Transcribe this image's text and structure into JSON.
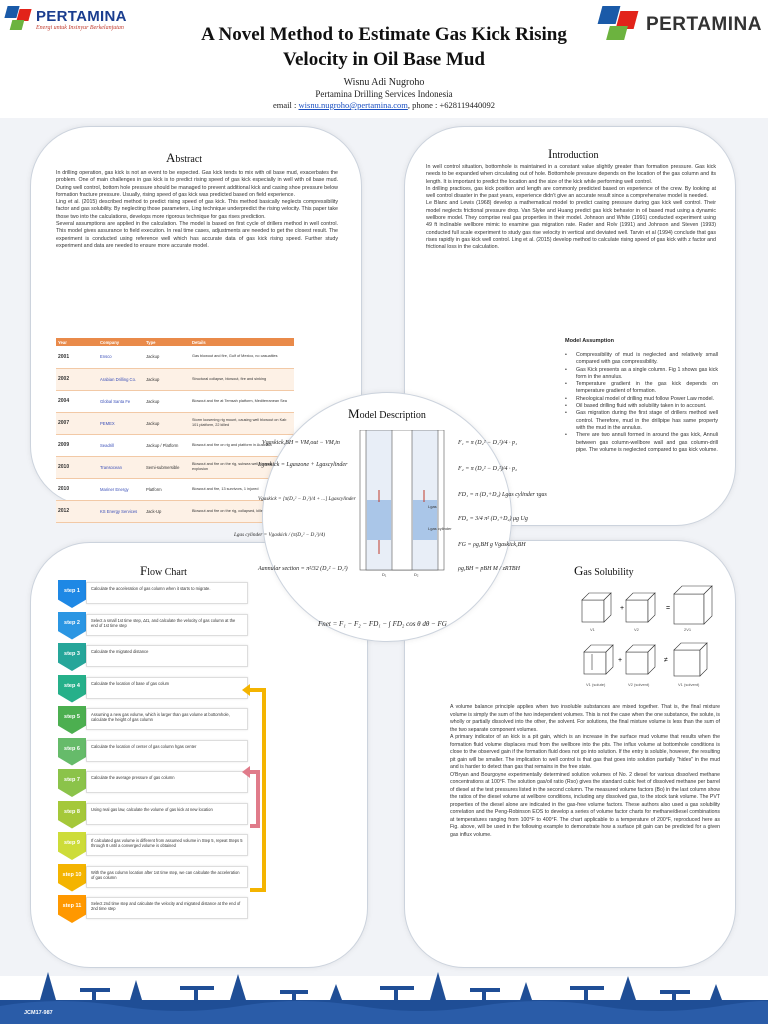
{
  "header": {
    "logo_left_name": "PERTAMINA",
    "logo_left_tagline": "Energi untuk Insinyur Berkelanjutan",
    "logo_right_name": "PERTAMINA",
    "title_line1": "A Novel Method to Estimate Gas Kick Rising",
    "title_line2": "Velocity in Oil Base Mud",
    "author": "Wisnu Adi Nugroho",
    "affiliation": "Pertamina Drilling Services Indonesia",
    "email_label": "email :",
    "email_value": "wisnu.nugroho@pertamina.com",
    "phone": ", phone : +628119440092"
  },
  "abstract": {
    "title_cap": "A",
    "title_rest": "bstract",
    "paragraphs": [
      "In drilling operation, gas kick is not an event to be expected. Gas kick tends to mix with oil base mud, exacerbates the problem. One of main challenges in gas kick is to predict rising speed of gas kick especially in well with oil base mud. During well control, bottom hole pressure should be managed to prevent additional kick and casing shoe pressure below formation fracture pressure. Usually, rising speed of gas kick was predicted based on field experience.",
      "Ling et al. (2015) described method to predict rising speed of gas kick. This method basically neglects compressibility factor and gas solubility. By neglecting those parameters, Ling technique underpredict the rising velocity. This paper take those two into the calculations, develops more rigorous technique for gas rises prediction.",
      "Several assumptions are applied in the calculation. The model is based on first cycle of drillers method in well control. This model gives assurance to field execution. In real time cases, adjustments are needed to get the closest result. The experiment is conducted using reference well which has accurate data of gas kick rising speed. Further study experiment and data are needed to ensure more accurate model."
    ]
  },
  "company_table": {
    "headers": [
      "Year",
      "Company",
      "Type",
      "Details"
    ],
    "rows": [
      {
        "year": "2001",
        "company": "Ensco",
        "type": "Jackup",
        "details": "Gas blowout and fire, Gulf of Mexico, no casualties"
      },
      {
        "year": "2002",
        "company": "Arabian Drilling Co.",
        "type": "Jackup",
        "details": "Structural collapse, blowout, fire and sinking"
      },
      {
        "year": "2004",
        "company": "Global Santa Fe",
        "type": "Jackup",
        "details": "Blowout and fire at Temsah platform, Mediterranean Sea"
      },
      {
        "year": "2007",
        "company": "PEMEX",
        "type": "Jackup",
        "details": "Storm loosening rig mount, causing well blowout on Kab 101 platform, 22 killed"
      },
      {
        "year": "2009",
        "company": "Seadrill",
        "type": "Jackup / Platform",
        "details": "Blowout and fire on rig and platform in Australia"
      },
      {
        "year": "2010",
        "company": "Transocean",
        "type": "Semi-submersible",
        "details": "Blowout and fire on the rig, subsea well blowout, killed 11 in explosion"
      },
      {
        "year": "2010",
        "company": "Mariner Energy",
        "type": "Platform",
        "details": "Blowout and fire, 13 survivors, 1 injured"
      },
      {
        "year": "2012",
        "company": "KS Energy Services",
        "type": "Jack-Up",
        "details": "Blowout and fire on the rig, collapsed, killed 2 in explosion"
      }
    ]
  },
  "introduction": {
    "title_cap": "I",
    "title_rest": "ntroduction",
    "paragraphs": [
      "In well control situation, bottomhole is maintained in a constant value slightly greater than formation pressure. Gas kick needs to be expanded when circulating out of hole. Bottomhole pressure depends on the location of the gas column and its length. It is important to predict the location and the size of the kick while performing well control.",
      "In drilling practices, gas kick position and length are commonly predicted based on experience of the crew. By looking at well control disaster in the past years, experience didn't give an accurate result since a comprehensive model is needed.",
      "Le Blanc and Lewis (1968) develop a mathematical model to predict casing pressure during gas kick well control. Their model neglects frictional pressure drop. Van Slyke and Huang predict gas kick behavior in oil based mud using a dynamic wellbore model. They comprise real gas properties in their model. Johnson and White (1991) conducted experiment using 49 ft inclinable wellbore mimic to examine gas migration rate. Rader and Rolv (1991) and Johnson and Steven (1993) conducted full scale experiment to study gas rise velocity in vertical and deviated well. Tarvin et al (1994) conclude that gas rises rapidly in gas kick well control. Ling et al. (2015) develop method to calculate rising speed of gas kick with z factor and frictional loss in the calculation."
    ]
  },
  "model_assumption": {
    "title": "Model Assumption",
    "items": [
      "Compressibility of mud is neglected and relatively small compared with gas compressibility.",
      "Gas Kick presents as a single column. Fig 1 shows gas kick form in the annulus.",
      "Temperature gradient in the gas kick depends on temperature gradient of formation.",
      "Rheological model of drilling mud follow Power Law model.",
      "Oil based drilling fluid with solubility taken in to account.",
      "Gas migration during the first stage of drillers method well control. Therefore, mud in the drillpipe has same property with the mud in the annulus.",
      "There are two annuli formed in around the gas kick, Annuli between gas column-wellbore wall and gas column-drill pipe. The volume is neglected compared to gas kick volume."
    ]
  },
  "model_description": {
    "title_cap": "M",
    "title_rest": "odel Description",
    "eq1": "Vgaskick,BH = VM,out − VM,in",
    "eq2": "Lgaskick = Lgaszone + Lgascylinder",
    "eq3": "Vgaskick = [π(D₂² − D₁²)/4 + ...] Lgascylinder",
    "eq4": "Lgas cylinder = Vgaskick / (π(D₂² − D₁²)/4)",
    "eq5": "Aannular section = π²/32 (D₂² − D₁²)",
    "eq6": "F₁ = π (D₂² − D₁²)/4 · p₁",
    "eq7": "F₂ = π (D₂² − D₁²)/4 · p₂",
    "eq8": "FD₁ = π (D₁+D₂) Lgas cylinder τgas",
    "eq9": "FD₂ = 3/4 π² (D₁+D₂) μg Ug",
    "eq10": "FG = ρg,BH g Vgaskick,BH",
    "eq11": "ρg,BH = pBH M / zRTBH",
    "eq12": "Fnet = F₁ − F₂ − FD₁ − ∫ FD₂ cos θ dθ − FG",
    "labels": {
      "lgas": "Lgas",
      "lcyl": "Lgas cylinder",
      "d1": "D₁",
      "d2": "D₂"
    }
  },
  "flow_chart": {
    "title_cap": "F",
    "title_rest": "low Chart",
    "steps": [
      {
        "label": "step 1",
        "text": "Calculate the acceleration of gas column when it starts to migrate.",
        "color": "#1e88e5"
      },
      {
        "label": "step 2",
        "text": "Select a small 1st time step, Δt1, and calculate the velocity of gas column at the end of 1st time step",
        "color": "#2b96e3"
      },
      {
        "label": "step 3",
        "text": "Calculate the migrated distance",
        "color": "#26a69a"
      },
      {
        "label": "step 4",
        "text": "Calculate the location of base of gas colum",
        "color": "#26b08a"
      },
      {
        "label": "step 5",
        "text": "Assuming a new gas volume, which is larger than gas volume at bottomhole, calculate the height of gas column",
        "color": "#4caf50"
      },
      {
        "label": "step 6",
        "text": "Calculate the location of center of gas column hgas center",
        "color": "#66bb6a"
      },
      {
        "label": "step 7",
        "text": "Calculate the average pressure of gas column",
        "color": "#8bc34a"
      },
      {
        "label": "step 8",
        "text": "Using real gas law, calculate the volume of gas kick at new location",
        "color": "#a5c83a"
      },
      {
        "label": "step 9",
        "text": "If calculated gas volume is different from assumed volume in Step 5, repeat Steps 5 through 8 until a converged volume is obtained",
        "color": "#cddc39"
      },
      {
        "label": "step 10",
        "text": "With the gas column location after 1st time step, we can calculate the acceleration of gas column",
        "color": "#f4b400"
      },
      {
        "label": "step 11",
        "text": "Select 2nd time step and calculate the velocity and migrated distance at the end of 2nd time step",
        "color": "#ff9800"
      }
    ]
  },
  "gas_solubility": {
    "title_cap": "G",
    "title_rest": "as Solubility",
    "cube_labels": [
      "V1",
      "V2",
      "2V1",
      "V1 (solute)",
      "V2 (solvent)",
      "V1 (solvent)"
    ],
    "paragraphs": [
      "A volume balance principle applies when two insoluble substances are mixed together. That is, the final mixture volume is simply the sum of the two independent volumes. This is not the case when the one substance, the solute, is wholly or partially dissolved into the other, the solvent. For solutions, the final mixture volume is less than the sum of the two separate component volumes.",
      "A primary indicator of an kick is a pit gain, which is an increase in the surface mud volume that results when the formation fluid volume displaces mud from the wellbore into the pits. The influx volume at bottomhole conditions is close to the observed gain if the formation fluid does not go into solution. If the entry is soluble, however, the resulting pit gain will be smaller. The implication to well control is that gas that goes into solution partially \"hides\" in the mud and is harder to detect than gas that remains in the free state.",
      "O'Bryan and Bourgoyne experimentally determined solution volumes of No. 2 diesel for various dissolved methane concentrations at 100°F. The solution gas/oil ratio (Rso) gives the standard cubic feet of dissolved methane per barrel of diesel at the test pressures listed in the second column. The measured volume factors (Bo) in the last column show the ratios of the diesel volume at wellbore conditions, including any dissolved gas, to the stock tank volume. The PVT properties of the diesel alone are indicated in the gas-free volume factors. These authors also used a gas solubility correlation and the Peng-Robinson EOS to develop a series of volume factor charts for methane/diesel combinations at temperatures ranging from 100°F to 400°F. The chart applicable to a temperature of 200°F, reproduced here as Fig. above, will be used in the following example to demonstrate how a surface pit gain can be predicted for a given gas influx volume."
    ]
  },
  "footer": {
    "code": "JCM17-987"
  },
  "colors": {
    "accent_blue": "#1a3d8f",
    "accent_red": "#e2231a",
    "accent_green": "#6cb33f",
    "table_header": "#e98a4a",
    "footer_blue": "#1f4e96"
  }
}
